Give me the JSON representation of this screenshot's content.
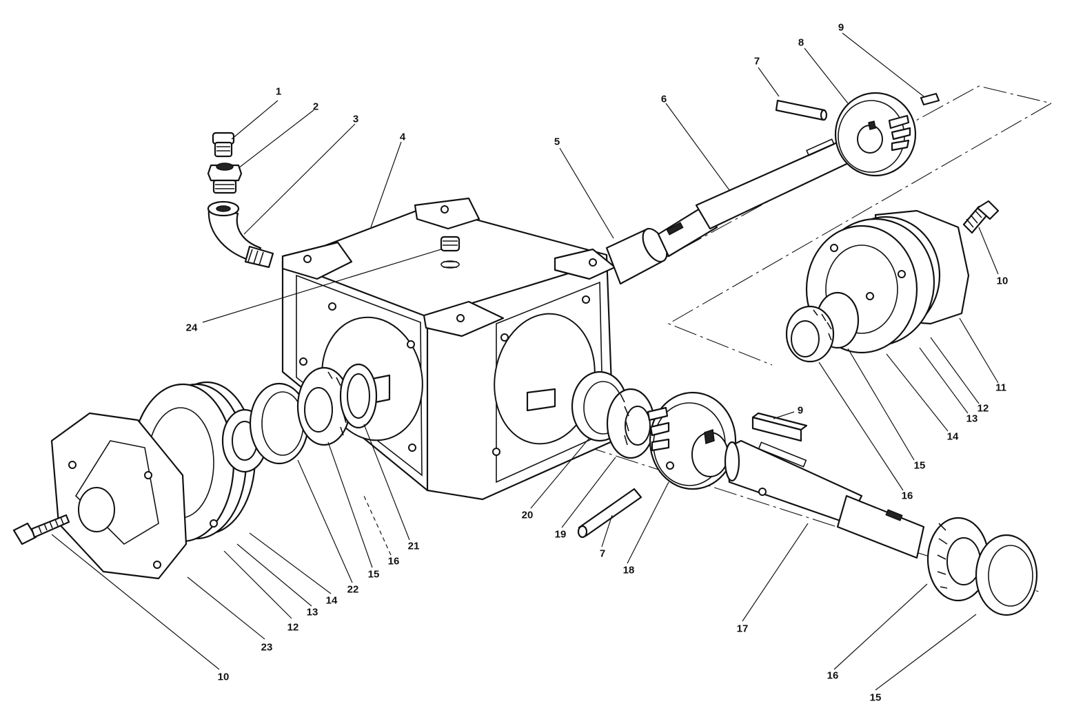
{
  "callouts": [
    {
      "id": "c1",
      "label": "1"
    },
    {
      "id": "c2",
      "label": "2"
    },
    {
      "id": "c3",
      "label": "3"
    },
    {
      "id": "c4",
      "label": "4"
    },
    {
      "id": "c5",
      "label": "5"
    },
    {
      "id": "c6",
      "label": "6"
    },
    {
      "id": "c7a",
      "label": "7"
    },
    {
      "id": "c8",
      "label": "8"
    },
    {
      "id": "c9a",
      "label": "9"
    },
    {
      "id": "c10a",
      "label": "10"
    },
    {
      "id": "c11",
      "label": "11"
    },
    {
      "id": "c12a",
      "label": "12"
    },
    {
      "id": "c13a",
      "label": "13"
    },
    {
      "id": "c14a",
      "label": "14"
    },
    {
      "id": "c15a",
      "label": "15"
    },
    {
      "id": "c16a",
      "label": "16"
    },
    {
      "id": "c24",
      "label": "24"
    },
    {
      "id": "c9b",
      "label": "9"
    },
    {
      "id": "c20",
      "label": "20"
    },
    {
      "id": "c19",
      "label": "19"
    },
    {
      "id": "c7b",
      "label": "7"
    },
    {
      "id": "c18",
      "label": "18"
    },
    {
      "id": "c21",
      "label": "21"
    },
    {
      "id": "c16b",
      "label": "16"
    },
    {
      "id": "c15b",
      "label": "15"
    },
    {
      "id": "c22",
      "label": "22"
    },
    {
      "id": "c14b",
      "label": "14"
    },
    {
      "id": "c13b",
      "label": "13"
    },
    {
      "id": "c12b",
      "label": "12"
    },
    {
      "id": "c23",
      "label": "23"
    },
    {
      "id": "c10b",
      "label": "10"
    },
    {
      "id": "c17",
      "label": "17"
    },
    {
      "id": "c16c",
      "label": "16"
    },
    {
      "id": "c15c",
      "label": "15"
    }
  ]
}
